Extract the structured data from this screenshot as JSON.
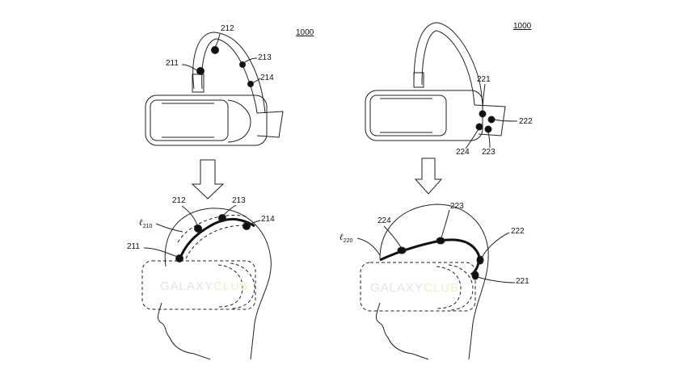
{
  "figure_ref": "1000",
  "left": {
    "labels": [
      "211",
      "212",
      "213",
      "214"
    ],
    "bottom_labels": [
      "211",
      "212",
      "213",
      "214"
    ],
    "line_label": {
      "main": "ℓ",
      "sub": "210"
    }
  },
  "right": {
    "labels": [
      "221",
      "222",
      "223",
      "224"
    ],
    "bottom_labels": [
      "221",
      "222",
      "223",
      "224"
    ],
    "line_label": {
      "main": "ℓ",
      "sub": "220"
    }
  },
  "watermark": {
    "text": "GALAXY",
    "accent": "CLUB"
  }
}
